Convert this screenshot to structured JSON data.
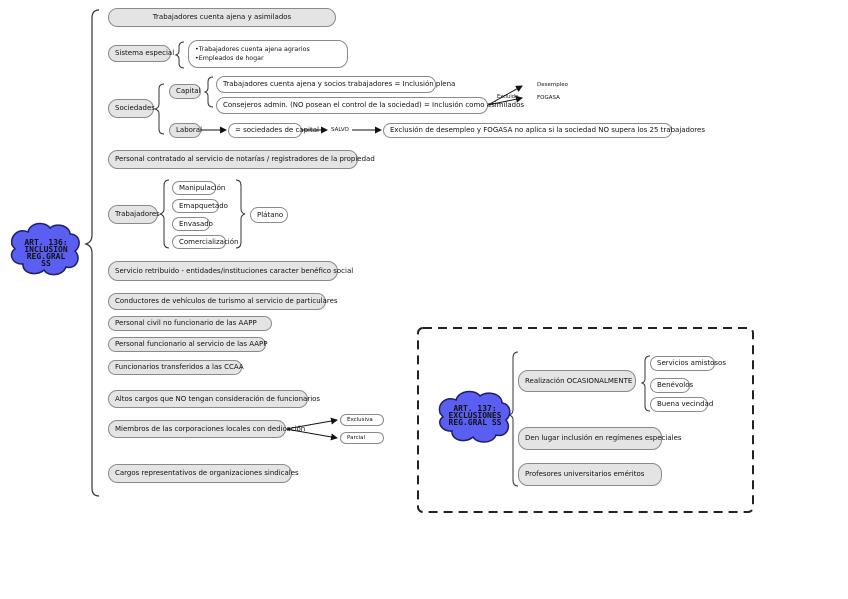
{
  "inclusion": {
    "root": "ART. 136:\nINCLUSIÓN\nREG.GRAL\nSS",
    "top": "Trabajadores cuenta ajena y asimilados",
    "sistema_especial": {
      "label": "Sistema especial",
      "items": [
        "Trabajadores cuenta ajena agrarios",
        "Empleados de hogar"
      ]
    },
    "sociedades": {
      "label": "Sociedades",
      "capital": "Capital",
      "capital_items": [
        "Trabajadores cuenta ajena y socios trabajadores = Inclusión plena",
        "Consejeros admin. (NO posean el control de la sociedad) = Inclusión como asimilados"
      ],
      "excluido": "Excluido",
      "desempleo": "Desempleo",
      "fogasa": "FOGASA",
      "laboral": "Laboral",
      "laboral_rule": "= sociedades de capital",
      "salvo": "SALVO",
      "salvo_rule": "Exclusión de desempleo y FOGASA no aplica si la sociedad NO supera los 25 trabajadores"
    },
    "notarias": "Personal contratado al servicio de notarías / registradores de la propiedad",
    "trabajadores": {
      "label": "Trabajadores",
      "items": [
        "Manipulación",
        "Emapquetado",
        "Envasado",
        "Comercialización"
      ],
      "product": "Plátano"
    },
    "servicio_benefico": "Servicio retribuido - entidades/instituciones caracter benéfico social",
    "conductores": "Conductores de vehículos de turismo al servicio de particulares",
    "personal_civil": "Personal civil no funcionario de las AAPP",
    "personal_funcionario": "Personal funcionario al servicio de las AAPP",
    "funcionarios_ccaa": "Funcionarios transferidos a las CCAA",
    "altos_cargos": "Altos cargos que NO tengan consideración de funcionarios",
    "miembros": {
      "label": "Miembros de las corporaciones locales con dedicación",
      "items": [
        "Exclusiva",
        "Parcial"
      ]
    },
    "sindicales": "Cargos representativos de organizaciones sindicales"
  },
  "exclusion": {
    "root": "ART. 137:\nEXCLUSIONES\nREG.GRAL SS",
    "ocasional": {
      "label": "Realización OCASIONALMENTE",
      "items": [
        "Servicios amistosos",
        "Benévolos",
        "Buena vecindad"
      ]
    },
    "regimenes": "Den lugar inclusión en regímenes especiales",
    "profesores": "Profesores universitarios eméritos"
  },
  "colors": {
    "node_fill": "#e4e4e4",
    "node_border": "#8a8a8a",
    "cloud_fill": "#5a5ff2",
    "cloud_border": "#1e1e6a",
    "line": "#111111"
  }
}
